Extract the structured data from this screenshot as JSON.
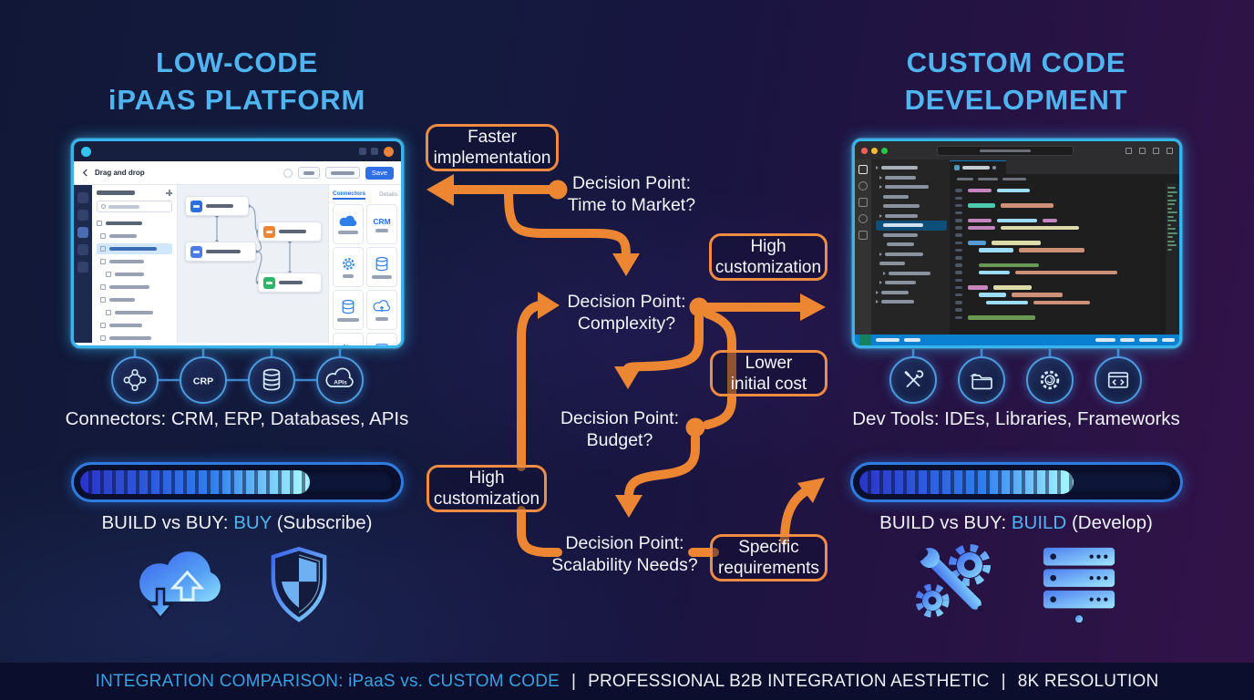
{
  "left": {
    "title_line1": "LOW-CODE",
    "title_line2": "iPAAS PLATFORM",
    "app": {
      "toolbar_title": "Drag and drop",
      "save_label": "Save",
      "tab_connectors": "Connectors",
      "tab_details": "Details",
      "tile_crm_text": "CRM"
    },
    "circle_labels": {
      "crm": "CRP",
      "apis": "APIs"
    },
    "caption": "Connectors: CRM, ERP, Databases, APIs",
    "build_vs_buy": {
      "prefix": "BUILD vs BUY:",
      "highlight": "BUY",
      "suffix": "(Subscribe)",
      "progress_pct": 73
    }
  },
  "right": {
    "title_line1": "CUSTOM CODE",
    "title_line2": "DEVELOPMENT",
    "caption": "Dev Tools: IDEs, Libraries, Frameworks",
    "build_vs_buy": {
      "prefix": "BUILD vs BUY:",
      "highlight": "BUILD",
      "suffix": "(Develop)",
      "progress_pct": 68
    }
  },
  "flow": {
    "faster": {
      "line1": "Faster",
      "line2": "implementation"
    },
    "high_custom_top": {
      "line1": "High",
      "line2": "customization"
    },
    "lower_cost": {
      "line1": "Lower",
      "line2": "initial cost"
    },
    "high_custom_left": {
      "line1": "High",
      "line2": "customization"
    },
    "specific_req": {
      "line1": "Specific",
      "line2": "requirements"
    },
    "d_time": {
      "line1": "Decision Point:",
      "line2": "Time to Market?"
    },
    "d_complexity": {
      "line1": "Decision Point:",
      "line2": "Complexity?"
    },
    "d_budget": {
      "line1": "Decision Point:",
      "line2": "Budget?"
    },
    "d_scalability": {
      "line1": "Decision Point:",
      "line2": "Scalability Needs?"
    }
  },
  "footer": {
    "highlight": "INTEGRATION COMPARISON: iPaaS vs. CUSTOM CODE",
    "sep1": "|",
    "mid": "PROFESSIONAL B2B INTEGRATION AESTHETIC",
    "sep2": "|",
    "end": "8K RESOLUTION"
  },
  "colors": {
    "orange": "#ED8633",
    "cyan": "#4FB5F0"
  }
}
